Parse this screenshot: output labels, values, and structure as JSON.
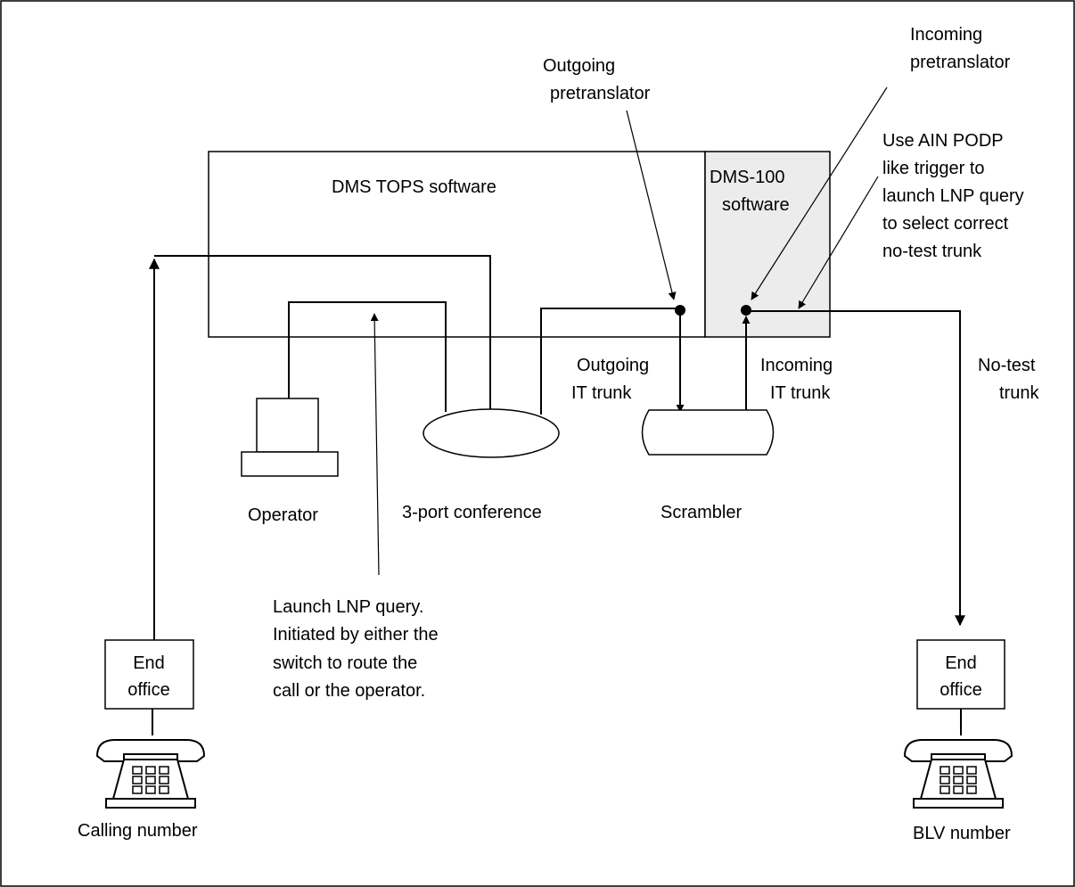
{
  "diagram": {
    "dms_tops_software": "DMS TOPS software",
    "dms100_software": [
      "DMS-100",
      "software"
    ],
    "outgoing_pretranslator": [
      "Outgoing",
      "pretranslator"
    ],
    "incoming_pretranslator": [
      "Incoming",
      "pretranslator"
    ],
    "ain_note": [
      "Use AIN PODP",
      "like trigger to",
      "launch LNP query",
      "to select correct",
      "no-test trunk"
    ],
    "outgoing_it_trunk": [
      "Outgoing",
      "IT trunk"
    ],
    "incoming_it_trunk": [
      "Incoming",
      "IT trunk"
    ],
    "no_test_trunk": [
      "No-test",
      "trunk"
    ],
    "operator": "Operator",
    "conference": "3-port conference",
    "scrambler": "Scrambler",
    "lnp_note": [
      "Launch LNP query.",
      "Initiated by either the",
      "switch to route the",
      "call or the operator."
    ],
    "end_office_left": [
      "End",
      "office"
    ],
    "end_office_right": [
      "End",
      "office"
    ],
    "calling_number": "Calling number",
    "blv_number": "BLV number",
    "shaded_fill": "#ececec"
  }
}
